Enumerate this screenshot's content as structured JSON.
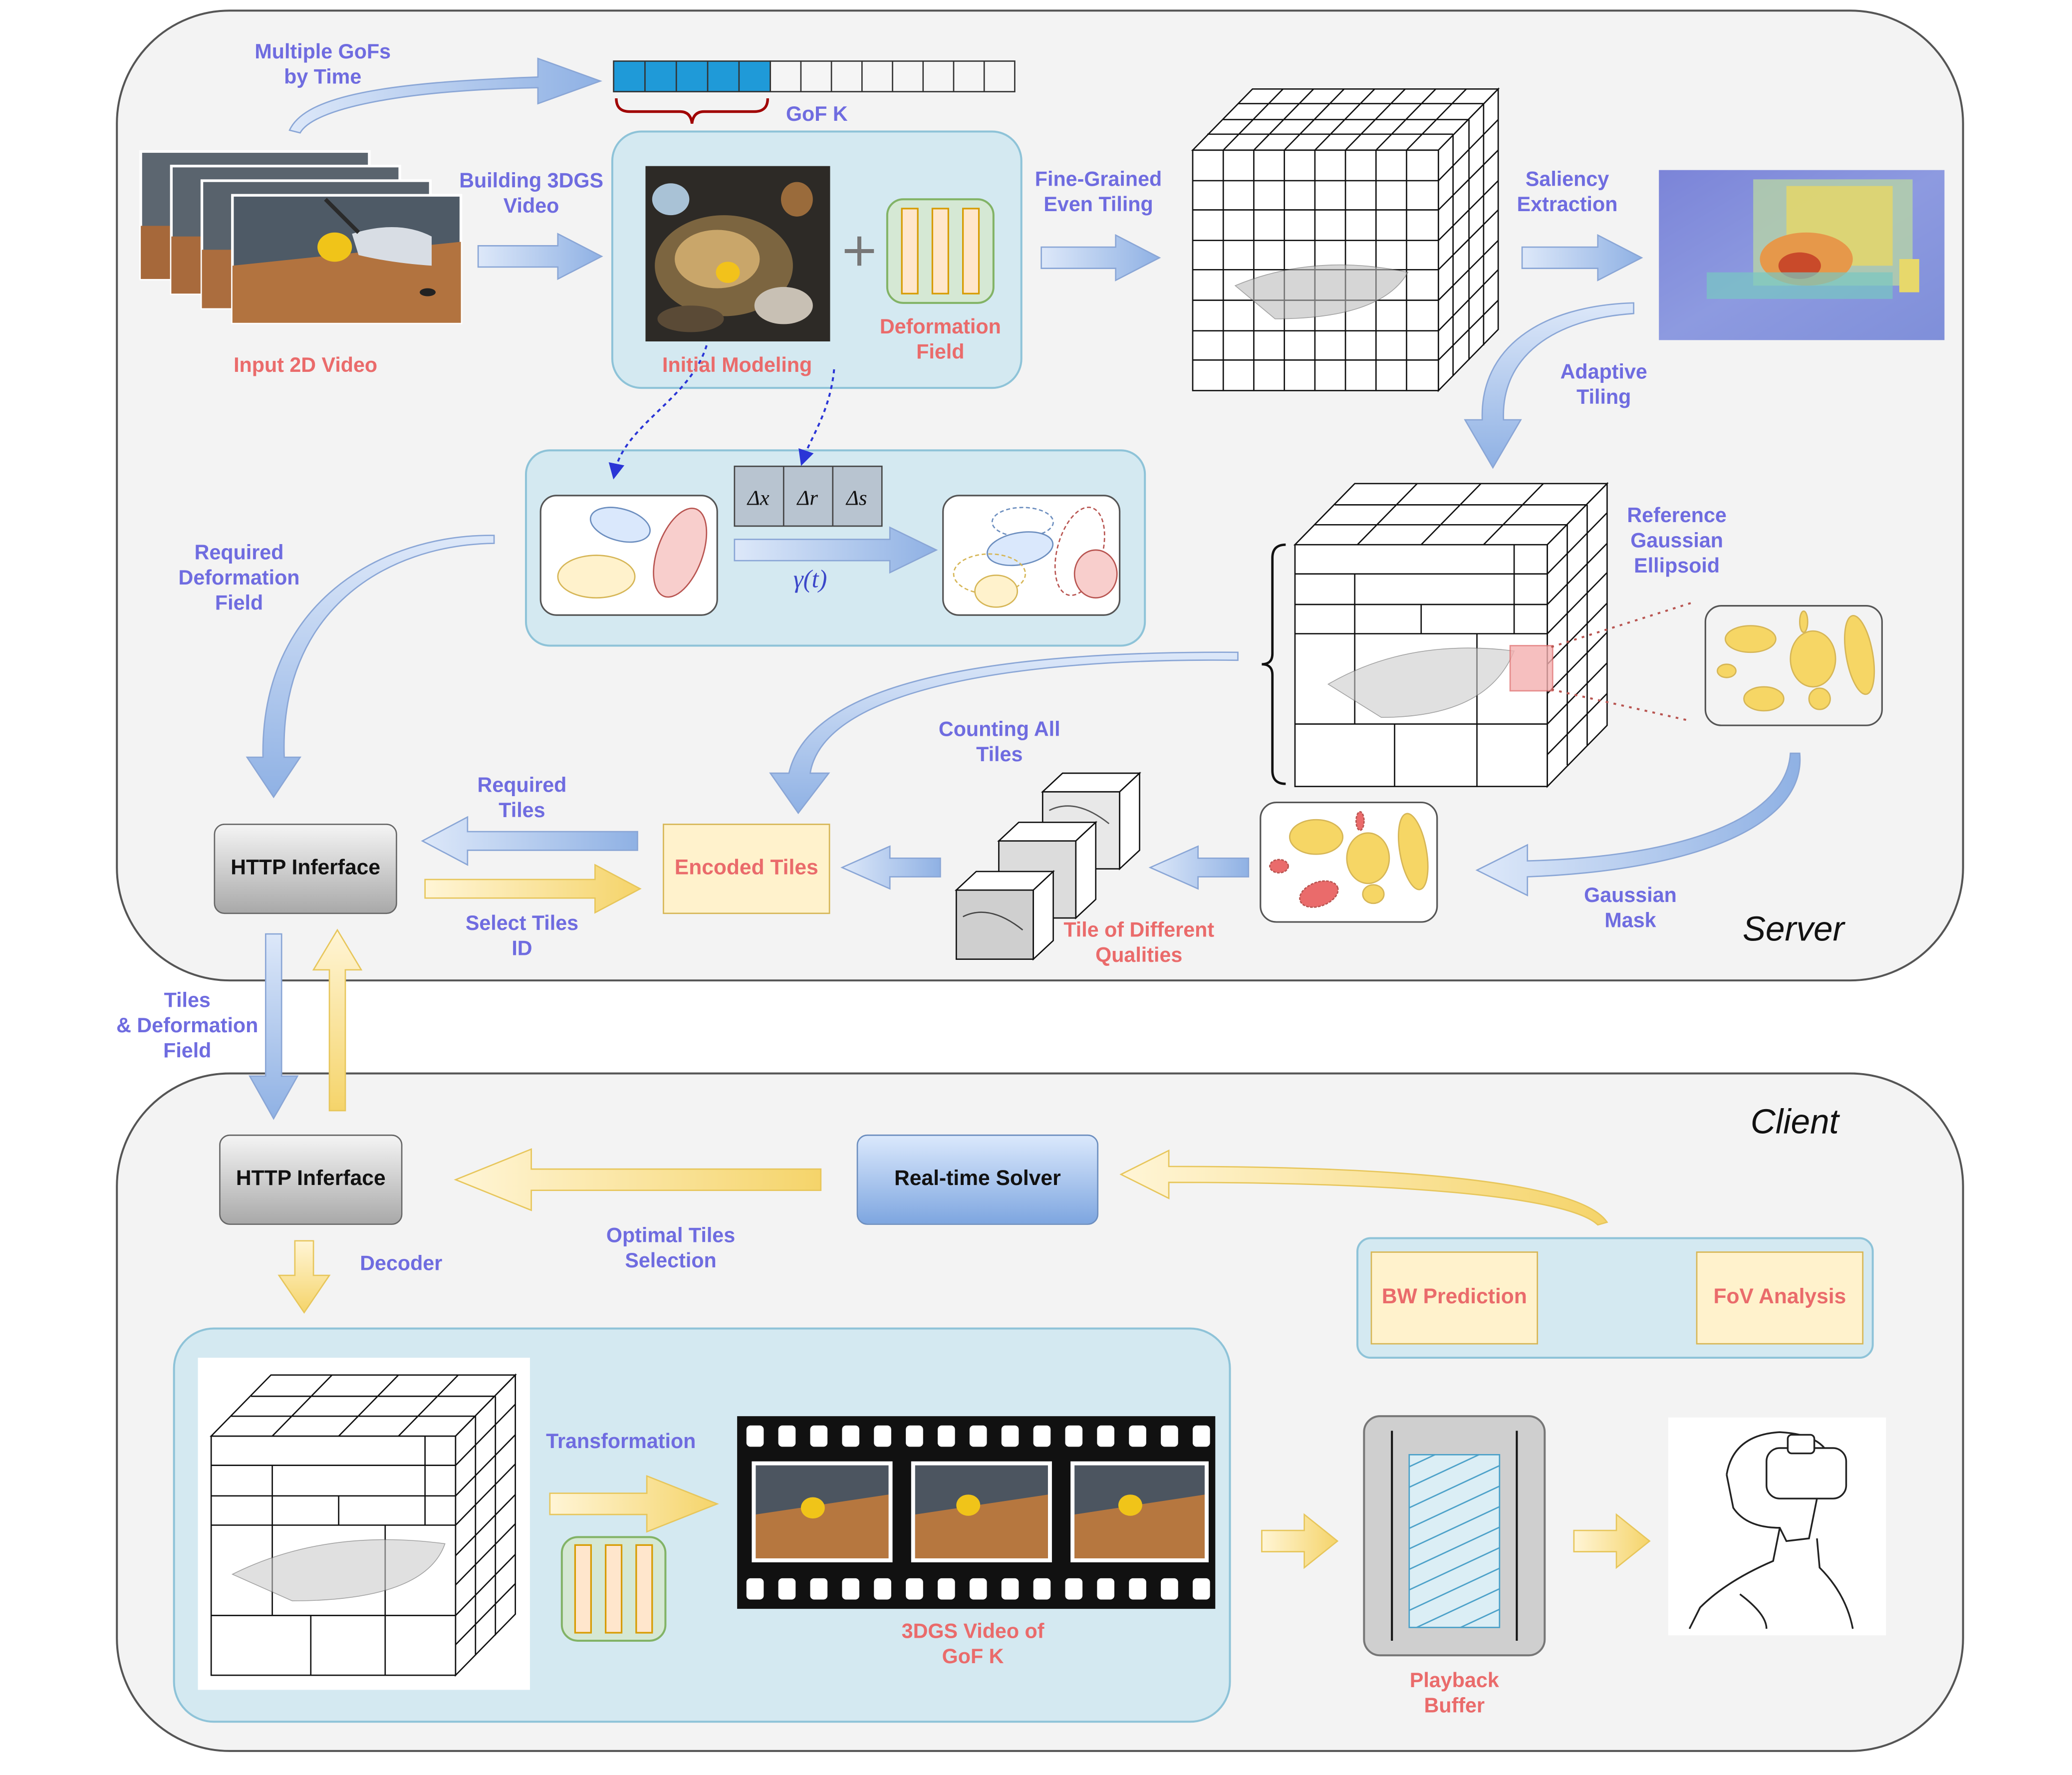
{
  "server": {
    "title": "Server",
    "multiple_gofs": "Multiple GoFs\nby Time",
    "gof_k": "GoF K",
    "building": "Building 3DGS\nVideo",
    "input_video": "Input 2D Video",
    "initial_modeling": "Initial Modeling",
    "deformation_field": "Deformation\nField",
    "fine_grained": "Fine-Grained\nEven Tiling",
    "saliency": "Saliency\nExtraction",
    "adaptive": "Adaptive\nTiling",
    "required_deformation": "Required\nDeformation\nField",
    "delta_x": "Δx",
    "delta_r": "Δr",
    "delta_s": "Δs",
    "gamma": "γ(t)",
    "reference_ellipsoid": "Reference\nGaussian\nEllipsoid",
    "counting_tiles": "Counting All\nTiles",
    "required_tiles": "Required\nTiles",
    "select_tiles": "Select Tiles\nID",
    "http": "HTTP Inferface",
    "encoded_tiles": "Encoded Tiles",
    "tile_qualities": "Tile of Different\nQualities",
    "gaussian_mask": "Gaussian\nMask"
  },
  "link": {
    "tiles_deformation": "Tiles\n&  Deformation\nField"
  },
  "client": {
    "title": "Client",
    "http": "HTTP Inferface",
    "solver": "Real-time Solver",
    "optimal": "Optimal Tiles\nSelection",
    "decoder": "Decoder",
    "bw_prediction": "BW Prediction",
    "fov_analysis": "FoV Analysis",
    "transformation": "Transformation",
    "video_gof": "3DGS Video of\nGoF K",
    "playback_buffer": "Playback\nBuffer"
  },
  "colors": {
    "blue_text": "#6f6ce0",
    "red_text": "#ea6b6b",
    "panel_fill": "#f3f3f3",
    "light_blue_panel": "#d4e9f1",
    "yellow_fill": "#fff2cc",
    "green_fill": "#d5e8d4"
  }
}
